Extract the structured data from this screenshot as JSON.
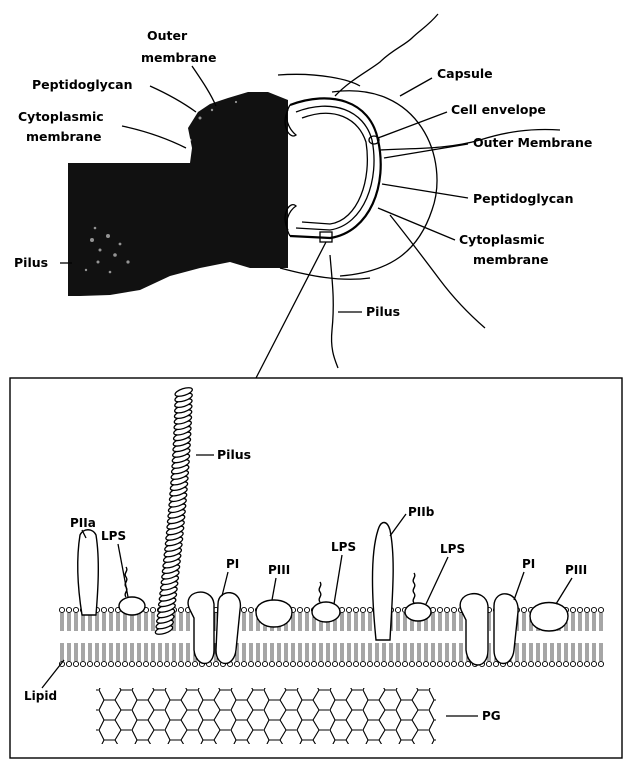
{
  "top_labels": {
    "outer_membrane_1": "Outer",
    "outer_membrane_2": "membrane",
    "peptidoglycan_left": "Peptidoglycan",
    "cytoplasmic_left_1": "Cytoplasmic",
    "cytoplasmic_left_2": "membrane",
    "pilus_left": "Pilus",
    "capsule": "Capsule",
    "cell_envelope": "Cell envelope",
    "outer_membrane_right": "Outer Membrane",
    "peptidoglycan_right": "Peptidoglycan",
    "cytoplasmic_right_1": "Cytoplasmic",
    "cytoplasmic_right_2": "membrane",
    "pilus_bottom": "Pilus"
  },
  "detail_labels": {
    "pilus": "Pilus",
    "piia": "PIIa",
    "lps_1": "LPS",
    "lps_2": "LPS",
    "lps_3": "LPS",
    "piib": "PIIb",
    "pi_1": "PI",
    "piii_1": "PIII",
    "pi_2": "PI",
    "piii_2": "PIII",
    "lipid": "Lipid",
    "pg": "PG"
  }
}
